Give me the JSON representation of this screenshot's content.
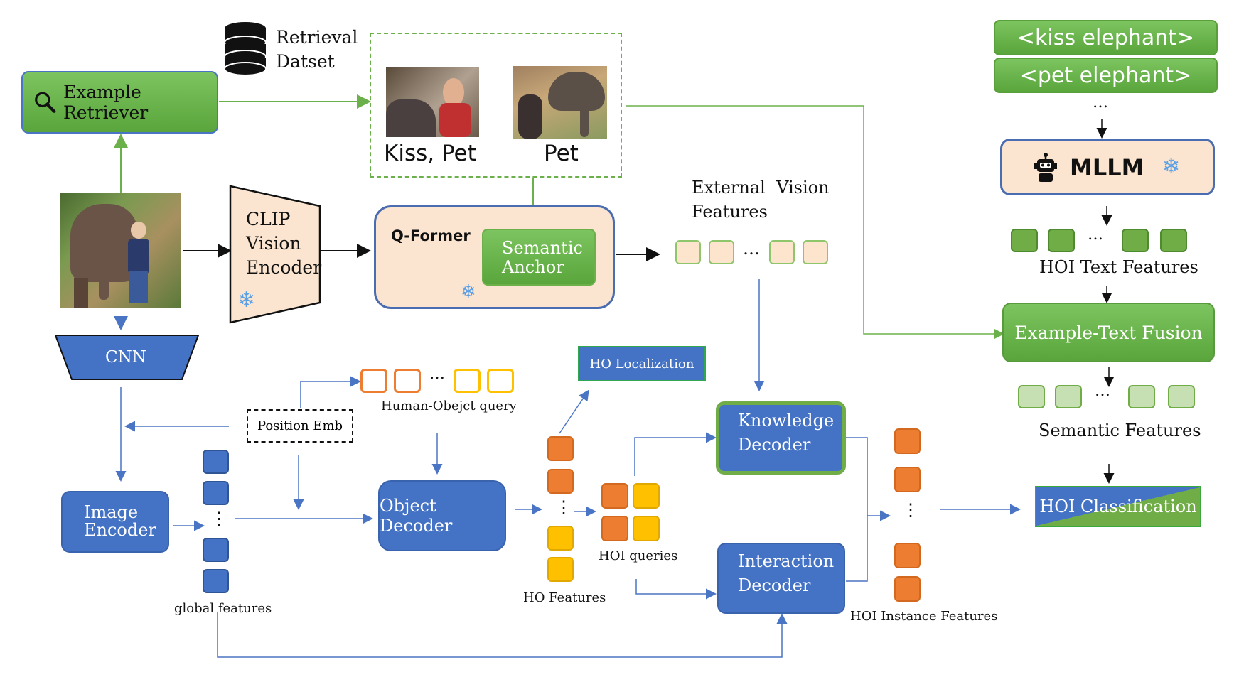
{
  "retrieval": {
    "line1": "Retrieval",
    "line2": "Datset"
  },
  "example_retriever": {
    "label": "Example Retriever",
    "icon": "search-icon"
  },
  "examples": {
    "label1": "Kiss, Pet",
    "label2": "Pet"
  },
  "clip": {
    "line1": "CLIP",
    "line2": "Vision",
    "line3": "Encoder"
  },
  "qformer": {
    "label": "Q-Former",
    "anchor_line1": "Semantic",
    "anchor_line2": "Anchor"
  },
  "external": {
    "line1": "External  Vision",
    "line2": "Features"
  },
  "prompts": {
    "p1": "<kiss elephant>",
    "p2": "<pet elephant>"
  },
  "mllm": {
    "label": "MLLM",
    "icon": "robot-icon"
  },
  "hoi_text_features": "HOI Text Features",
  "example_text_fusion": "Example-Text Fusion",
  "semantic_features": "Semantic Features",
  "hoi_classification": "HOI Classification",
  "cnn": "CNN",
  "image_encoder": {
    "line1": "Image",
    "line2": "Encoder"
  },
  "global_features": "global features",
  "position_emb": "Position Emb",
  "human_object_query": "Human-Obejct query",
  "object_decoder": "Object Decoder",
  "ho_localization": "HO Localization",
  "ho_features": "HO Features",
  "hoi_queries": "HOI queries",
  "knowledge_decoder": {
    "line1": "Knowledge",
    "line2": "Decoder"
  },
  "interaction_decoder": {
    "line1": "Interaction",
    "line2": "Decoder"
  },
  "hoi_instance_features": "HOI Instance Features",
  "dots": "…",
  "vdots": "⋮",
  "snowflake": "❄",
  "colors": {
    "green": "#70ad47",
    "blue": "#4472c4",
    "orange": "#ed7d31",
    "yellow": "#ffc000",
    "peach": "#fbe5d0"
  }
}
